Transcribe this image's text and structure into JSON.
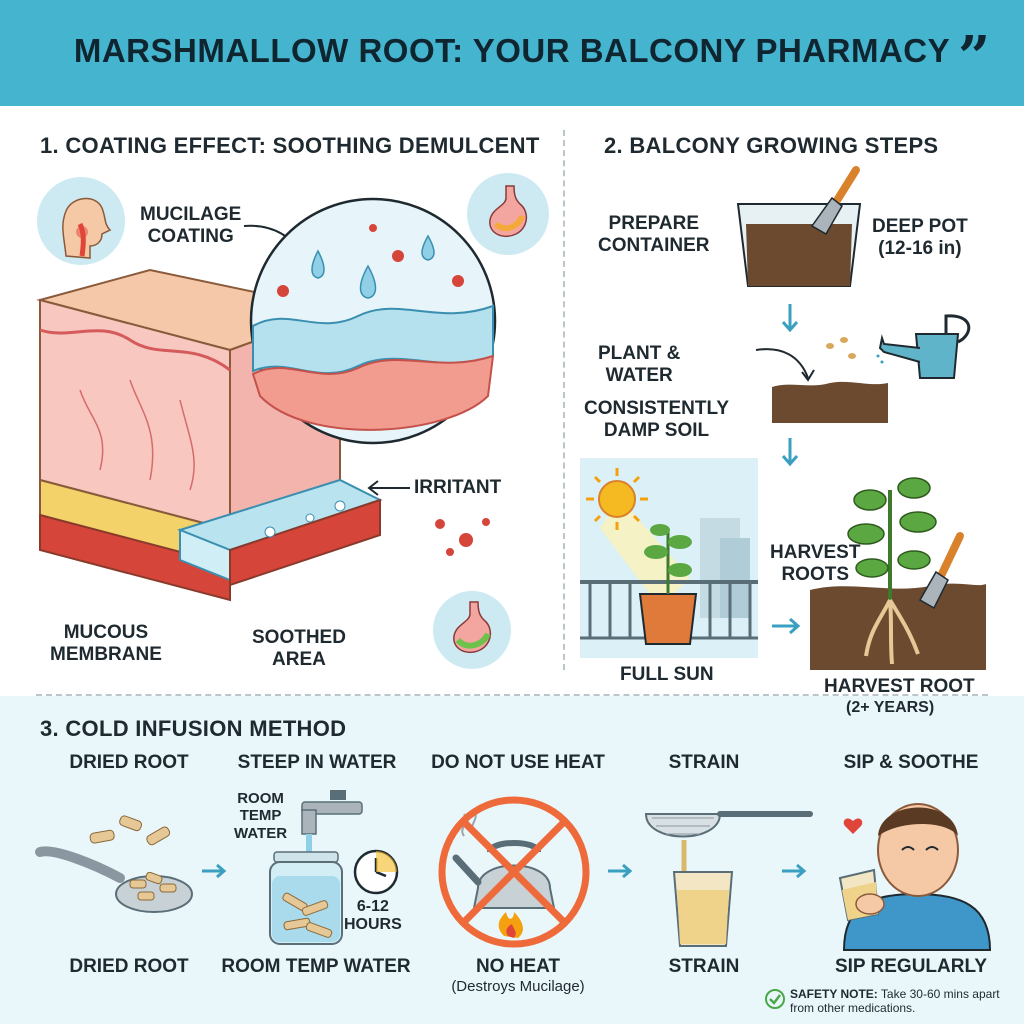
{
  "header": {
    "title": "MARSHMALLOW ROOT: YOUR BALCONY PHARMACY",
    "quote_glyph": "”"
  },
  "section1": {
    "title": "1. COATING EFFECT: SOOTHING DEMULCENT",
    "mucilage_label": "MUCILAGE\nCOATING",
    "irritant_label": "IRRITANT",
    "mucous_label": "MUCOUS\nMEMBRANE",
    "soothed_label": "SOOTHED\nAREA"
  },
  "section2": {
    "title": "2. BALCONY GROWING STEPS",
    "prepare_label": "PREPARE\nCONTAINER",
    "deep_pot_label": "DEEP POT\n(12-16 in)",
    "plant_water_label": "PLANT &\nWATER",
    "damp_soil_label": "CONSISTENTLY\nDAMP SOIL",
    "full_sun_label": "FULL SUN",
    "harvest_roots_label": "HARVEST\nROOTS",
    "harvest_root_label": "HARVEST ROOT",
    "harvest_years_label": "(2+ YEARS)"
  },
  "section3": {
    "title": "3. COLD INFUSION METHOD",
    "steps": [
      {
        "top": "DRIED ROOT",
        "bottom": "DRIED ROOT"
      },
      {
        "top": "STEEP IN WATER",
        "bottom": "ROOM TEMP WATER"
      },
      {
        "top": "DO NOT USE HEAT",
        "bottom": "NO HEAT",
        "bottom_sub": "(Destroys Mucilage)"
      },
      {
        "top": "STRAIN",
        "bottom": "STRAIN"
      },
      {
        "top": "SIP & SOOTHE",
        "bottom": "SIP REGULARLY"
      }
    ],
    "room_temp_label": "ROOM\nTEMP\nWATER",
    "hours_label": "6-12\nHOURS",
    "safety_note_bold": "SAFETY NOTE:",
    "safety_note_text": " Take 30-60 mins apart from other medications."
  },
  "colors": {
    "header": "#45b4cf",
    "section3_bg": "#e9f6fa",
    "arrow": "#3a9fc0",
    "prohibit": "#ef6a3a",
    "soil": "#6b4a2f",
    "leaf": "#5ba843"
  },
  "icons": [
    "throat-icon",
    "stomach-icon",
    "watering-can-icon",
    "trowel-icon",
    "sun-icon",
    "kettle-icon",
    "clock-icon",
    "strainer-icon",
    "check-icon",
    "heart-icon"
  ]
}
